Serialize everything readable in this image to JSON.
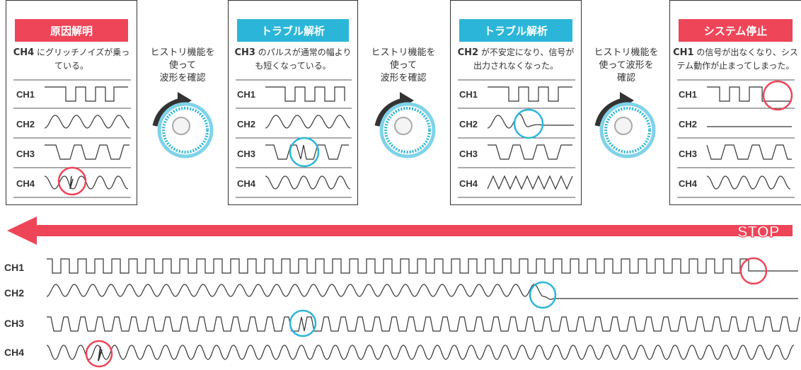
{
  "panels": [
    {
      "badge": "原因解明",
      "badge_color": "#ef4558",
      "ch": "CH4",
      "desc": "にグリッチノイズが乗っている。"
    },
    {
      "badge": "トラブル解析",
      "badge_color": "#2bb6d9",
      "ch": "CH3",
      "desc": "のパルスが通常の幅よりも短くなっている。"
    },
    {
      "badge": "トラブル解析",
      "badge_color": "#2bb6d9",
      "ch": "CH2",
      "desc": "が不安定になり、信号が出力されなくなった。"
    },
    {
      "badge": "システム停止",
      "badge_color": "#ef4558",
      "ch": "CH1",
      "desc": "の信号が出なくなり、システム動作が止まってしまった。"
    }
  ],
  "channel_labels": [
    "CH1",
    "CH2",
    "CH3",
    "CH4"
  ],
  "between": [
    {
      "line1": "ヒストリ機能を",
      "line2": "使って",
      "line3": "波形を確認"
    },
    {
      "line1": "ヒストリ機能を",
      "line2": "使って",
      "line3": "波形を確認"
    },
    {
      "line1": "ヒストリ機能を",
      "line2": "使って波形を",
      "line3": "確認"
    }
  ],
  "stop_label": "STOP",
  "colors": {
    "red": "#ef4558",
    "blue": "#2bb6d9",
    "text": "#333333"
  }
}
